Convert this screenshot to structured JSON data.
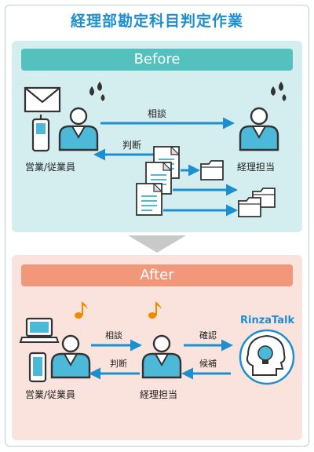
{
  "title": "経理部勘定科目判定作業",
  "before": {
    "banner": "Before",
    "left_person": "営業/従業員",
    "right_person": "経理担当",
    "arrow_top": "相談",
    "arrow_bottom": "判断"
  },
  "after": {
    "banner": "After",
    "left_person": "営業/従業員",
    "middle_person": "経理担当",
    "arrow_left_top": "相談",
    "arrow_left_bottom": "判断",
    "arrow_right_top": "確認",
    "arrow_right_bottom": "候補",
    "brand": "RinzaTalk"
  },
  "colors": {
    "accent_blue": "#1d8fcf",
    "before_bg": "#d4eef0",
    "before_banner": "#55c1bf",
    "after_bg": "#fbe3dd",
    "after_banner": "#f2987a",
    "note": "#f08a00"
  },
  "icons": [
    "envelope-icon",
    "phone-icon",
    "sweat-icon",
    "person-icon",
    "document-icon",
    "folder-icon",
    "laptop-icon",
    "music-note-icon",
    "ai-head-icon"
  ]
}
